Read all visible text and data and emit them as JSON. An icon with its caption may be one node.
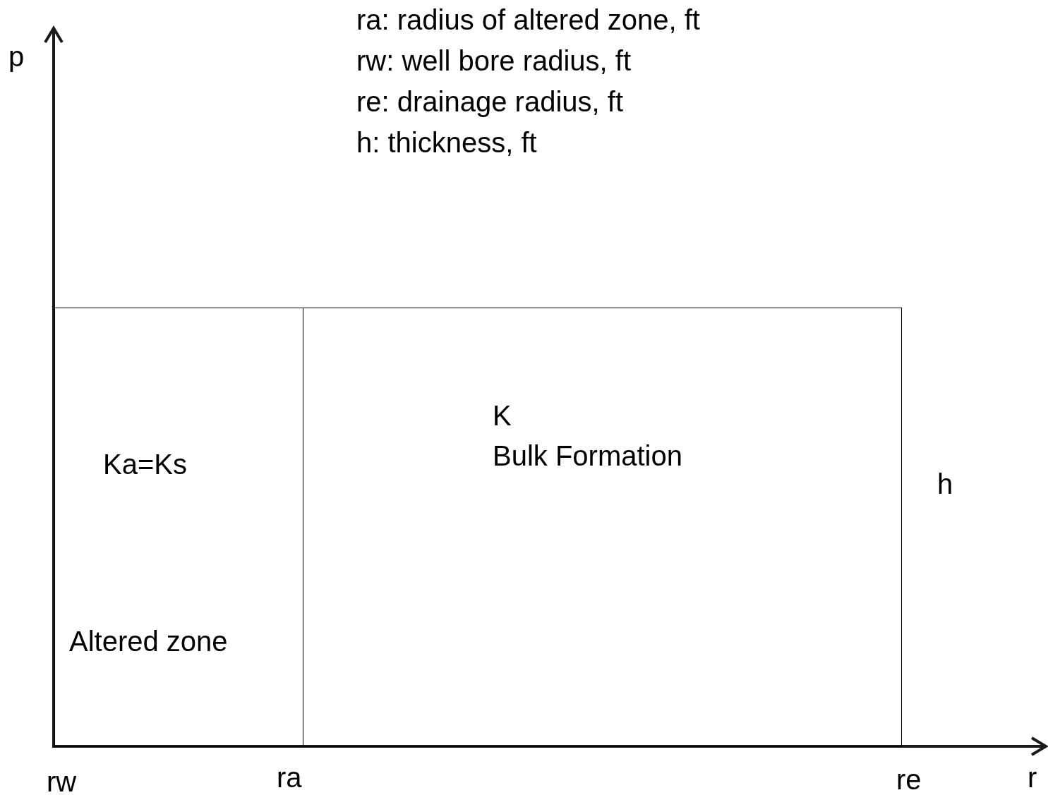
{
  "diagram": {
    "nodes": [
      {
        "text": [
          "Ka=Ks",
          "Altered zone"
        ]
      },
      {
        "text": [
          "K",
          "Bulk Formation"
        ]
      }
    ],
    "edges": [],
    "labels": [
      "ra: radius of altered zone, ft",
      "p",
      "rw: well bore radius, ft",
      "re: drainage radius, ft",
      "h: thickness, ft",
      "h",
      "rw",
      "ra",
      "re",
      "r"
    ]
  }
}
